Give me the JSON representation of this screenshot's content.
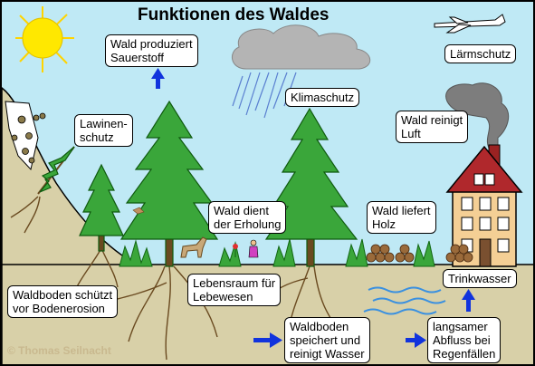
{
  "title": "Funktionen des Waldes",
  "labels": {
    "sauerstoff": "Wald produziert\nSauerstoff",
    "laermschutz": "Lärmschutz",
    "klimaschutz": "Klimaschutz",
    "lawinenschutz": "Lawinen-\nschutz",
    "luft": "Wald reinigt\nLuft",
    "erholung": "Wald dient\nder Erholung",
    "holz": "Wald liefert\nHolz",
    "trinkwasser": "Trinkwasser",
    "lebensraum": "Lebensraum für\nLebewesen",
    "bodenerosion": "Waldboden schützt\nvor Bodenerosion",
    "wasser": "Waldboden\nspeichert und\nreinigt Wasser",
    "abfluss": "langsamer\nAbfluss bei\nRegenfällen"
  },
  "copyright": "© Thomas Seilnacht",
  "colors": {
    "sky": "#bfe9f5",
    "ground": "#d8d0a8",
    "tree": "#3aa63a",
    "arrow": "#1133dd",
    "sun": "#ffe800",
    "house": "#f4cf95",
    "roof": "#b0282c"
  }
}
